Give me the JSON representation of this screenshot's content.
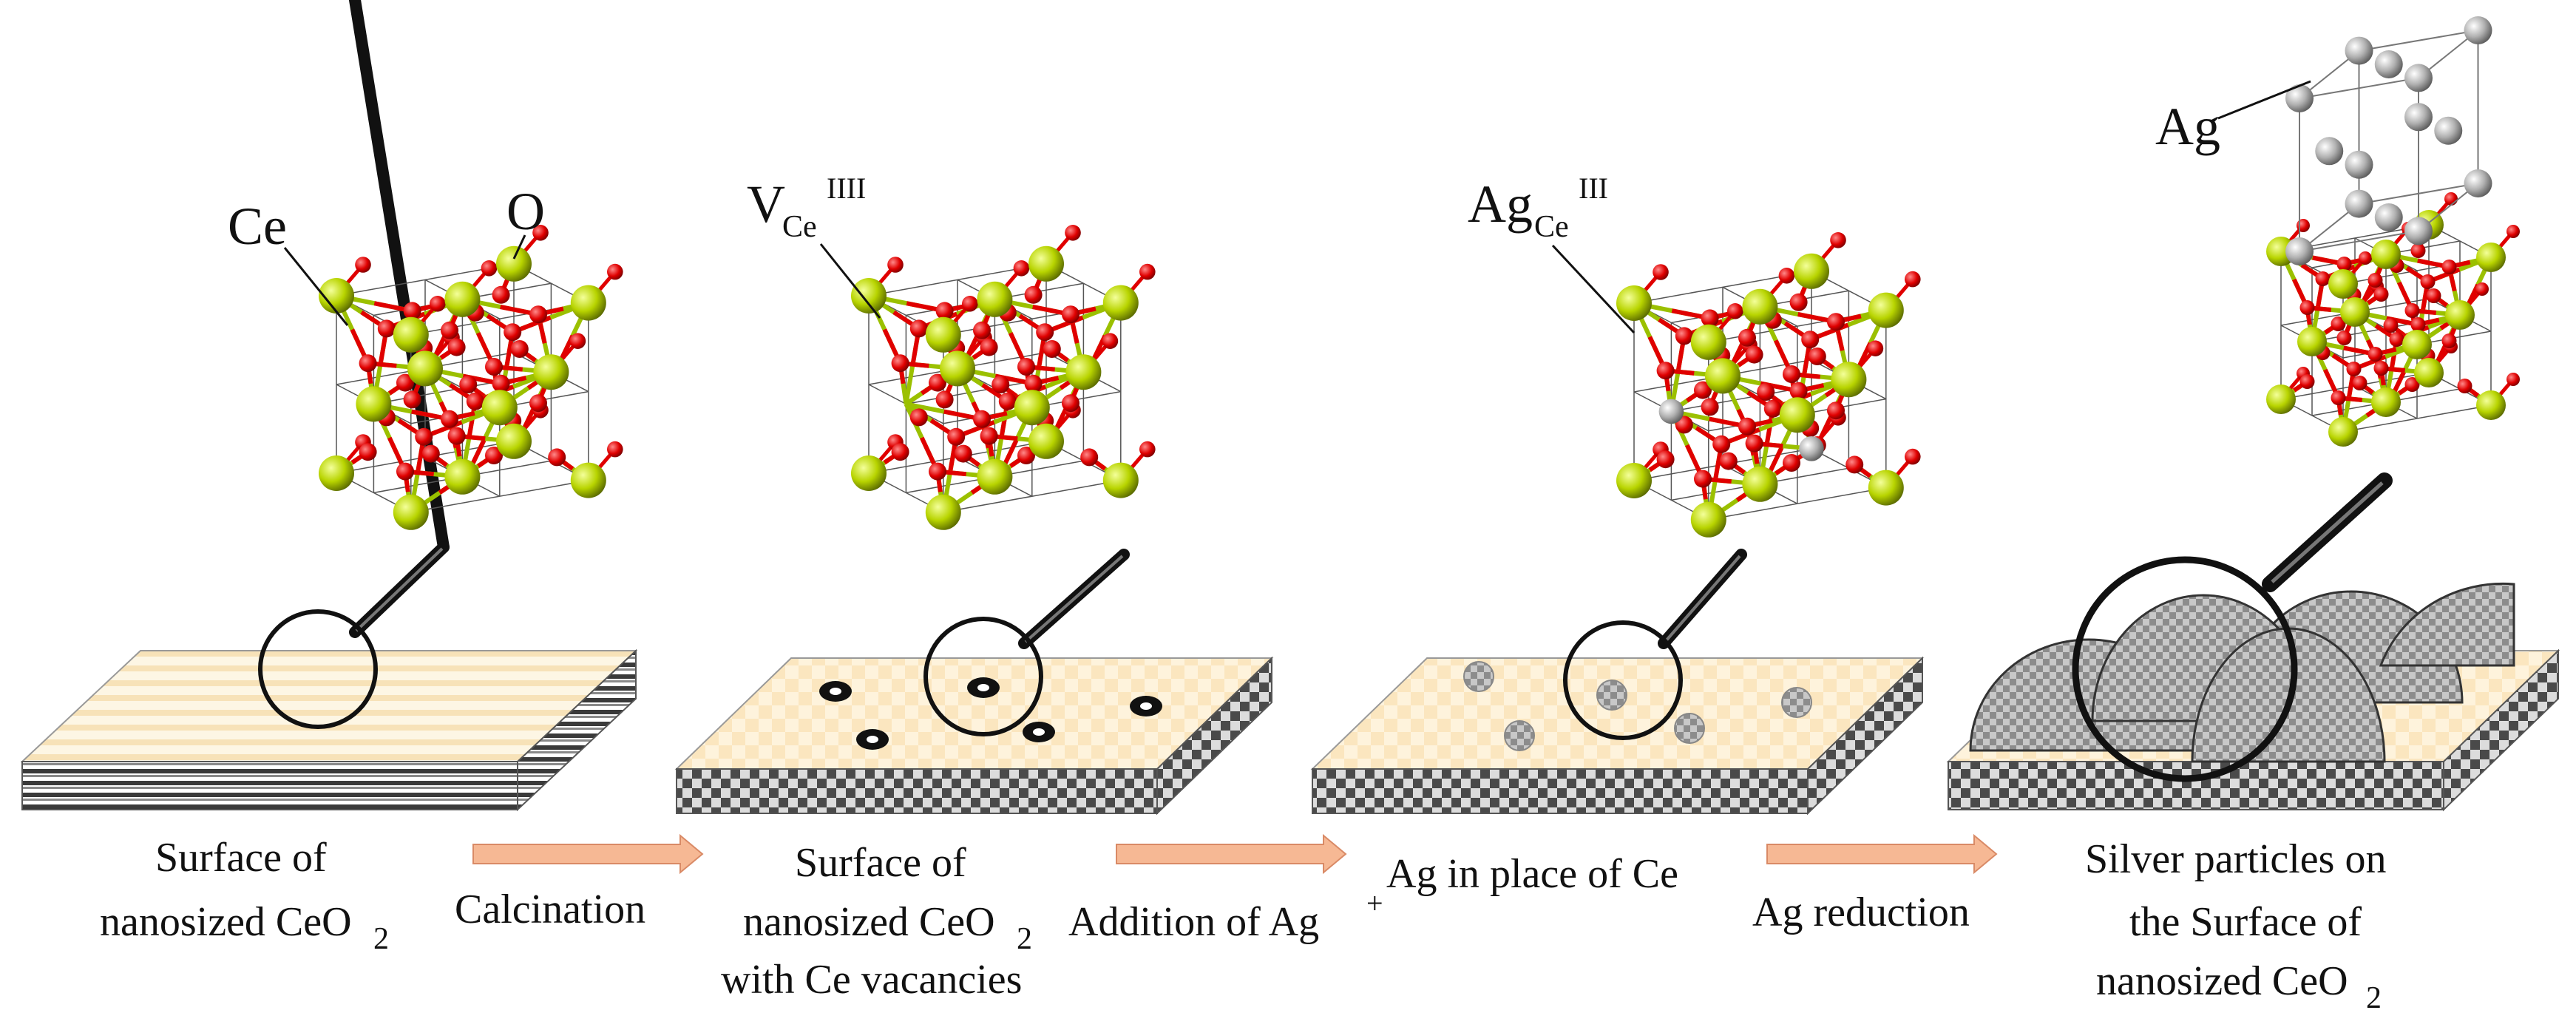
{
  "stages": [
    {
      "caption_lines": [
        "Surface of",
        "nanosized CeO",
        "2"
      ],
      "atom_labels": {
        "ce": "Ce",
        "o": "O"
      }
    },
    {
      "caption_lines": [
        "Surface of",
        "nanosized CeO",
        "2",
        "with Ce vacancies"
      ],
      "defect_label": {
        "main": "V",
        "sub": "Ce",
        "sup": "IIII"
      }
    },
    {
      "caption_lines": [
        "Ag in place of Ce"
      ],
      "defect_label": {
        "main": "Ag",
        "sub": "Ce",
        "sup": "III"
      }
    },
    {
      "caption_lines": [
        "Silver particles on",
        "the Surface of",
        "nanosized CeO",
        "2"
      ],
      "atom_label": "Ag"
    }
  ],
  "steps": [
    {
      "label": "Calcination"
    },
    {
      "label": "Addition of Ag",
      "sup": "+"
    },
    {
      "label": "Ag reduction"
    }
  ],
  "colors": {
    "ce_atom": "#b8d400",
    "o_atom": "#e00000",
    "ag_atom": "#a8a8a8",
    "surface_top": "#fde9c4",
    "arrow_fill": "#f6b894",
    "arrow_stroke": "#d98a66",
    "text": "#111111"
  }
}
